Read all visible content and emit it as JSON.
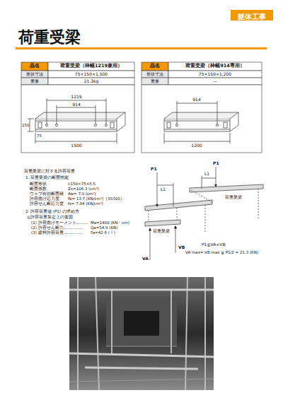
{
  "diagram": {
    "title": "荷重受梁",
    "nodes": [
      {
        "text": [
          "躯体工事"
        ]
      }
    ],
    "labels": [
      "品名",
      "荷重受梁（枠幅1219兼用）",
      "形状寸法",
      "75×150×1,500",
      "重量",
      "21.3kg",
      "品名",
      "荷重受梁（枠幅914専用）",
      "形状寸法",
      "75×150×1,200",
      "重量",
      "—",
      "1219",
      "914",
      "1500",
      "150",
      "75",
      "914",
      "1200",
      "荷重受梁に対する許容荷重",
      "1. 荷重受梁の断面性能",
      "断面形状",
      "I-150×75×5.5",
      "断面係数",
      "Zx=106.3 (cm³)",
      "ウェブ有効断面積",
      "Aw= 7.0 (cm²)",
      "許容曲げ応力度",
      "fb= 13.7 (KN/cm²)（SS300）",
      "許容せん断応力度",
      "fs= 7.84 (KN/cm²)",
      "2. 許容荷重値 (P1) の求め方",
      "◎許容荷重算定上の要因",
      "(1) 許容曲げモーメント………",
      "Ma=1400 (KN・cm)",
      "(2) 許容せん断力……………",
      "Qa=54.9 (KN)",
      "(3) 建枠許容荷重……………",
      "Fa=42.6 (〃)",
      "P1",
      "L1",
      "P1",
      "L1",
      "荷重受梁",
      "荷重受梁",
      "VA",
      "VB",
      "P1≦VA+VB",
      "VA max= VB max ≦ P1/2 = 21.3 (KN)"
    ]
  }
}
